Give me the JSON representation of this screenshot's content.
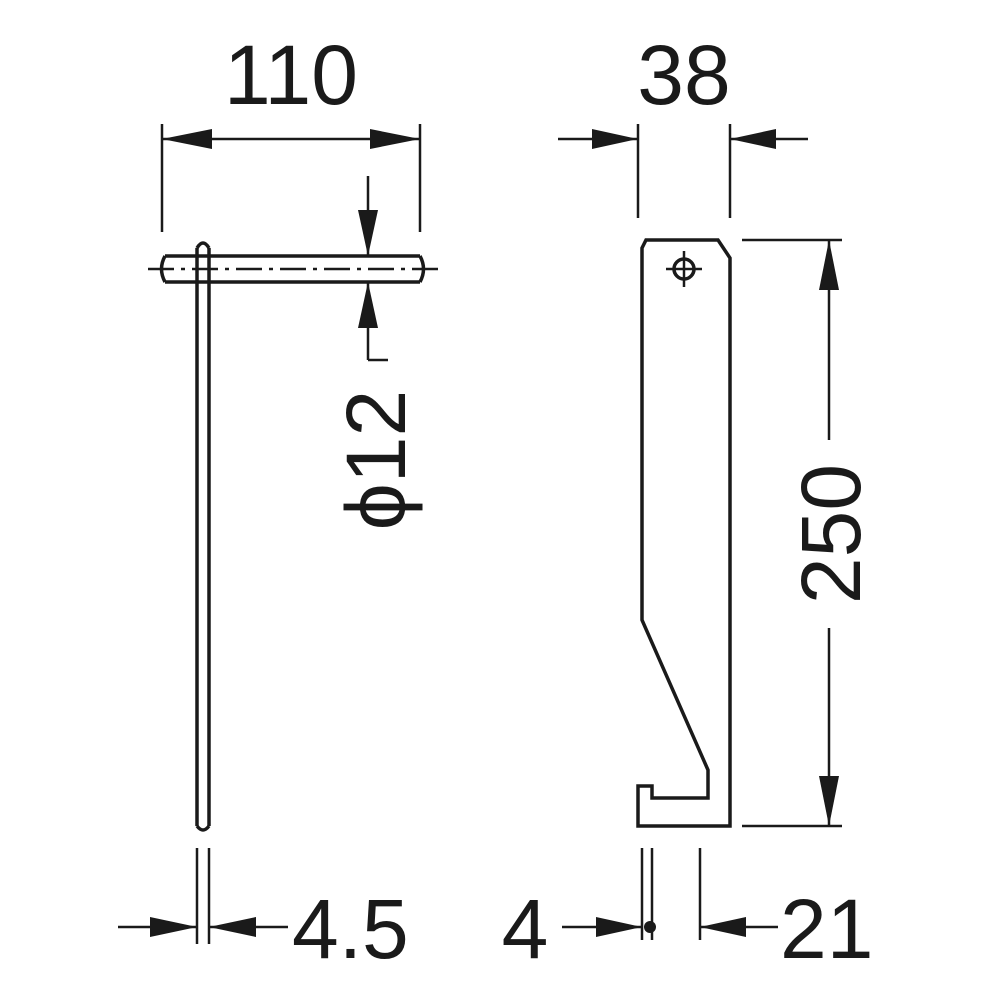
{
  "drawing": {
    "dimensions": {
      "width_110": "110",
      "height_250": "250",
      "width_38": "38",
      "diameter_12": "ϕ12",
      "thickness_45": "4.5",
      "thickness_4": "4",
      "length_21": "21"
    },
    "colors": {
      "line": "#1a1a1a",
      "background": "#ffffff"
    }
  }
}
